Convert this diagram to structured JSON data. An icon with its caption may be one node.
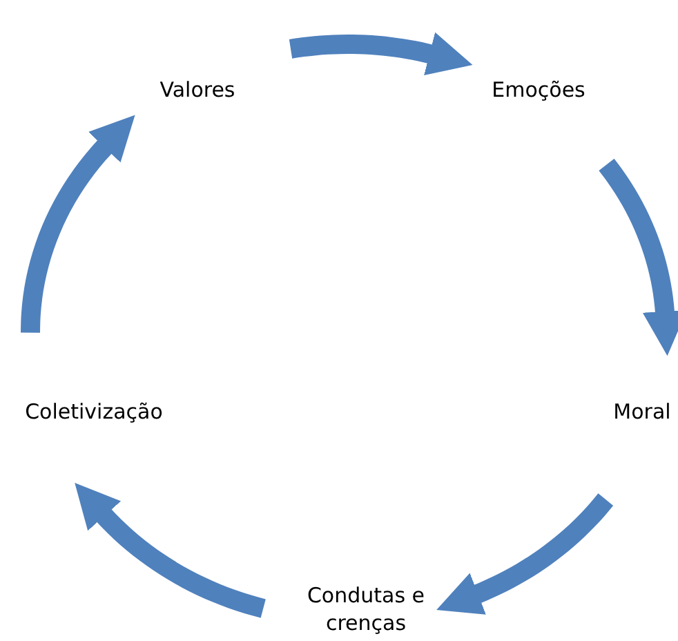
{
  "diagram": {
    "nodes": [
      {
        "text": [
          "Valores"
        ]
      },
      {
        "text": [
          "Emoções"
        ]
      },
      {
        "text": [
          "Moral"
        ]
      },
      {
        "text": [
          "Condutas e crenças"
        ]
      },
      {
        "text": [
          "Coletivização"
        ]
      }
    ],
    "edges": [
      {
        "from": 0,
        "to": 1,
        "arrow": "to"
      },
      {
        "from": 1,
        "to": 2,
        "arrow": "to"
      },
      {
        "from": 2,
        "to": 3,
        "arrow": "to"
      },
      {
        "from": 3,
        "to": 4,
        "arrow": "to"
      },
      {
        "from": 4,
        "to": 0,
        "arrow": "to"
      }
    ]
  }
}
